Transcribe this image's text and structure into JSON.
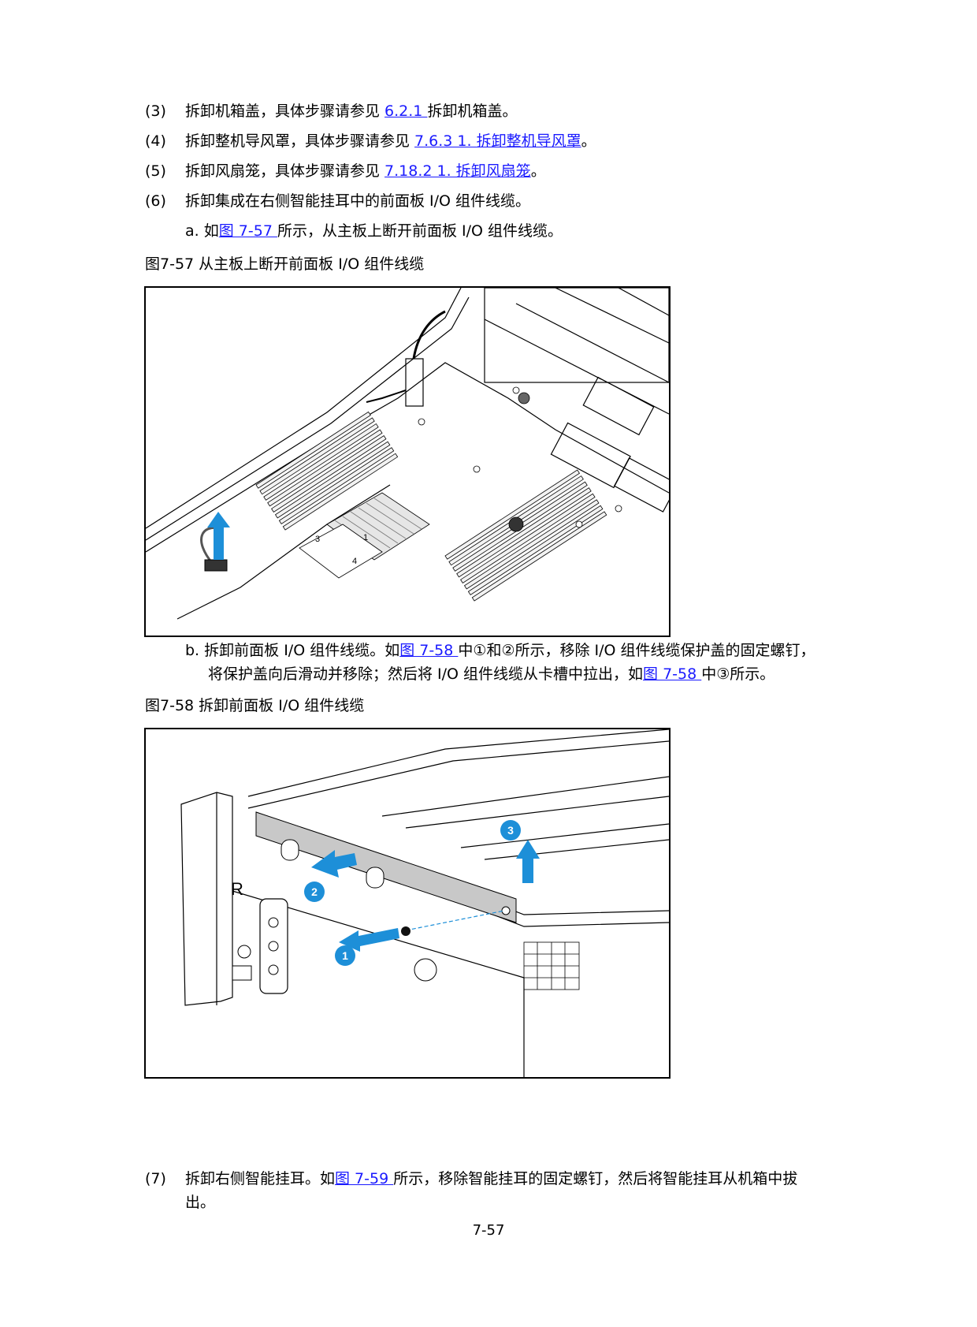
{
  "steps": [
    {
      "num": "(3)",
      "pre": "拆卸机箱盖，具体步骤请参见 ",
      "link": "6.2.1  ",
      "post": "拆卸机箱盖。"
    },
    {
      "num": "(4)",
      "pre": "拆卸整机导风罩，具体步骤请参见 ",
      "link": "7.6.3  1. 拆卸整机导风罩",
      "post": "。"
    },
    {
      "num": "(5)",
      "pre": "拆卸风扇笼，具体步骤请参见 ",
      "link": "7.18.2  1. 拆卸风扇笼",
      "post": "。"
    },
    {
      "num": "(6)",
      "text": "拆卸集成在右侧智能挂耳中的前面板 I/O 组件线缆。"
    }
  ],
  "substep_a": {
    "label": "a.",
    "pre": "如",
    "link": "图 7-57 ",
    "post": "所示，从主板上断开前面板 I/O 组件线缆。"
  },
  "fig57_caption": "图7-57  从主板上断开前面板 I/O 组件线缆",
  "fig57_marks": {
    "m1": "1",
    "m3": "3",
    "m4": "4"
  },
  "substep_b": {
    "label": "b.",
    "line1_pre": "拆卸前面板 I/O 组件线缆。如",
    "line1_link": "图 7-58 ",
    "line1_post": "中①和②所示，移除 I/O 组件线缆保护盖的固定螺钉，",
    "line2_pre": "将保护盖向后滑动并移除；然后将 I/O 组件线缆从卡槽中拉出，如",
    "line2_link": "图 7-58 ",
    "line2_post": "中③所示。"
  },
  "fig58_caption": "图7-58  拆卸前面板 I/O 组件线缆",
  "fig58_callouts": {
    "c1": "1",
    "c2": "2",
    "c3": "3",
    "ear_letter": "R"
  },
  "step7": {
    "num": "(7)",
    "pre": "拆卸右侧智能挂耳。如",
    "link": "图 7-59 ",
    "post": "所示，移除智能挂耳的固定螺钉，然后将智能挂耳从机箱中拔",
    "cont": "出。"
  },
  "footer": "7-57",
  "colors": {
    "link": "#1a1aff",
    "callout": "#1d8fd8",
    "cover": "#c8c8c8"
  }
}
